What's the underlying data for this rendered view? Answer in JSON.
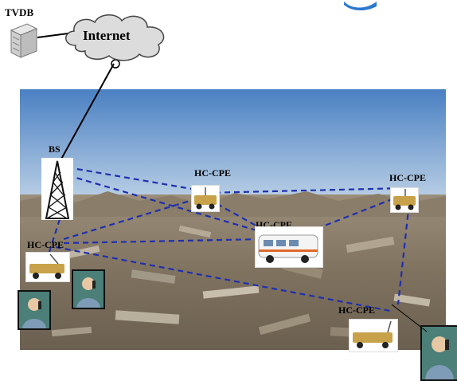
{
  "tvdb": {
    "label": "TVDB"
  },
  "internet": {
    "label": "Internet"
  },
  "bs": {
    "label": "BS"
  },
  "nodes": [
    {
      "label": "HC-CPE"
    },
    {
      "label": "HC-CPE"
    },
    {
      "label": "HC-CPE"
    },
    {
      "label": "HC-CPE"
    },
    {
      "label": "HC-CPE"
    }
  ],
  "colors": {
    "link": "#1f2fb0",
    "sky_top": "#4f83c4",
    "sky_bottom": "#b9cfe3",
    "rubble": "#8b7e6b",
    "backhaul": "#000000"
  }
}
